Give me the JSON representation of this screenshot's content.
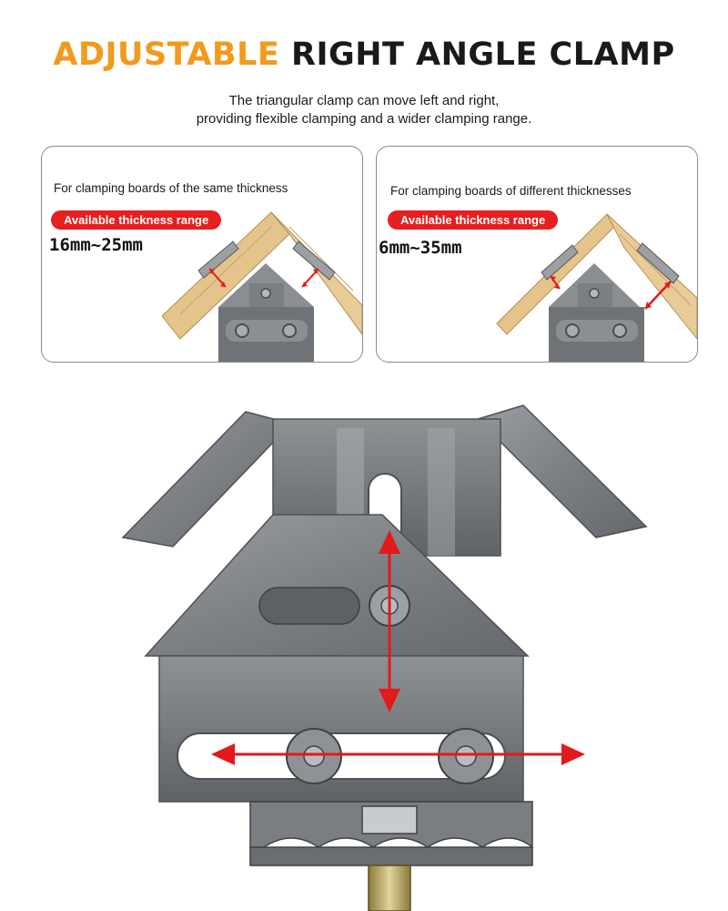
{
  "header": {
    "title_accent": "ADJUSTABLE",
    "title_rest": "RIGHT ANGLE CLAMP",
    "subtitle_line1": "The triangular clamp can move left and right,",
    "subtitle_line2": "providing flexible clamping and a wider clamping range."
  },
  "panels": [
    {
      "caption": "For clamping boards of the same thickness",
      "badge": "Available thickness range",
      "range": "16mm~25mm"
    },
    {
      "caption": "For clamping boards of different thicknesses",
      "badge": "Available thickness range",
      "range": "6mm~35mm"
    }
  ],
  "colors": {
    "accent": "#f29a1c",
    "badge_red": "#e62020",
    "arrow_red": "#e21a1a",
    "wood": "#e5c48c"
  }
}
